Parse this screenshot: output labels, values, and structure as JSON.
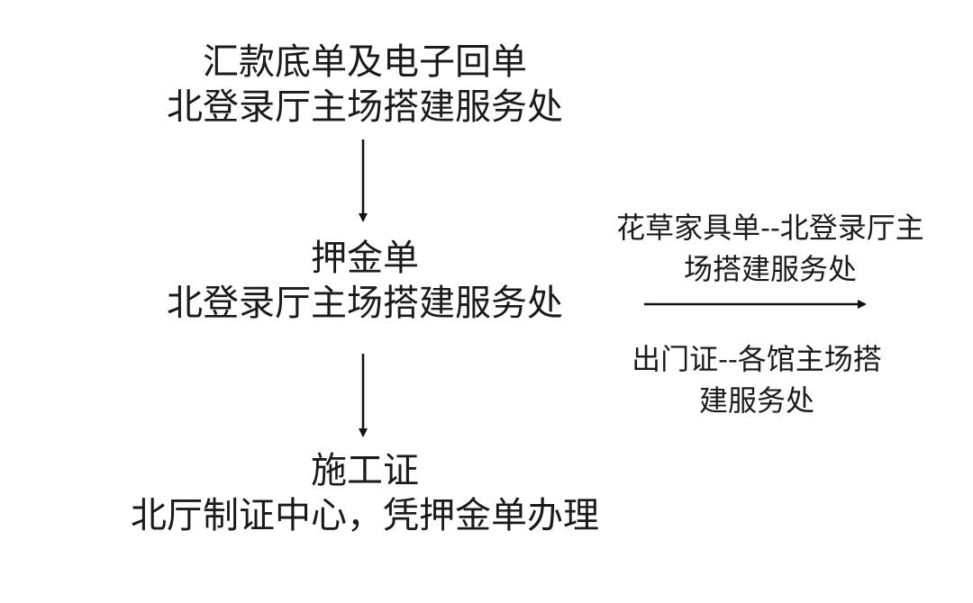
{
  "diagram": {
    "steps": [
      {
        "title": "汇款底单及电子回单",
        "location": "北登录厅主场搭建服务处"
      },
      {
        "title": "押金单",
        "location": "北登录厅主场搭建服务处"
      },
      {
        "title": "施工证",
        "location": "北厅制证中心，凭押金单办理"
      }
    ],
    "branch": {
      "top": {
        "line1": "花草家具单--北登录厅主",
        "line2": "场搭建服务处"
      },
      "bottom": {
        "line1": "出门证--各馆主场搭",
        "line2": "建服务处"
      }
    }
  }
}
